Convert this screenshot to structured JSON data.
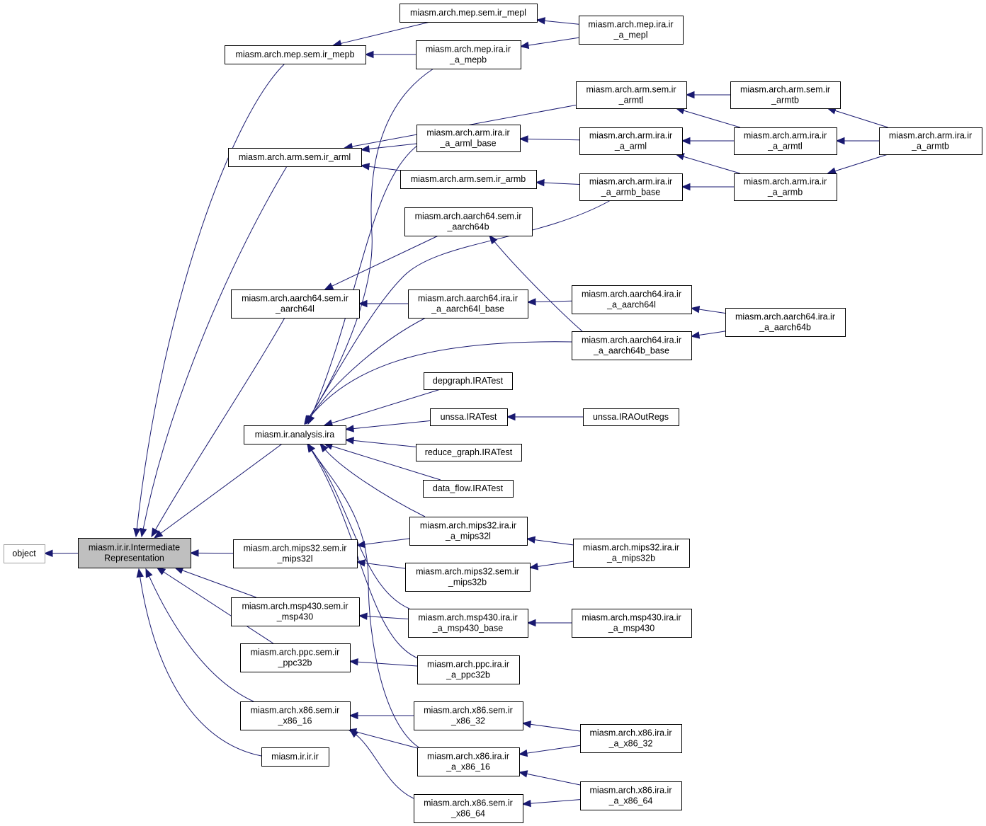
{
  "nodes": {
    "object": {
      "lines": [
        "object"
      ],
      "style": "gray"
    },
    "ir_repr": {
      "lines": [
        "miasm.ir.ir.Intermediate",
        "Representation"
      ],
      "style": "focus"
    },
    "mepl_sem": {
      "lines": [
        "miasm.arch.mep.sem.ir_mepl"
      ]
    },
    "mepb_sem": {
      "lines": [
        "miasm.arch.mep.sem.ir_mepb"
      ]
    },
    "mep_ira_mepl": {
      "lines": [
        "miasm.arch.mep.ira.ir",
        "_a_mepl"
      ]
    },
    "mep_ira_mepb": {
      "lines": [
        "miasm.arch.mep.ira.ir",
        "_a_mepb"
      ]
    },
    "armtl_sem": {
      "lines": [
        "miasm.arch.arm.sem.ir",
        "_armtl"
      ]
    },
    "armtb_sem": {
      "lines": [
        "miasm.arch.arm.sem.ir",
        "_armtb"
      ]
    },
    "arml_sem": {
      "lines": [
        "miasm.arch.arm.sem.ir_arml"
      ]
    },
    "arm_ira_arml_base": {
      "lines": [
        "miasm.arch.arm.ira.ir",
        "_a_arml_base"
      ]
    },
    "arm_ira_arml": {
      "lines": [
        "miasm.arch.arm.ira.ir",
        "_a_arml"
      ]
    },
    "arm_ira_armtl": {
      "lines": [
        "miasm.arch.arm.ira.ir",
        "_a_armtl"
      ]
    },
    "arm_ira_armtb": {
      "lines": [
        "miasm.arch.arm.ira.ir",
        "_a_armtb"
      ]
    },
    "armb_sem": {
      "lines": [
        "miasm.arch.arm.sem.ir_armb"
      ]
    },
    "arm_ira_armb_base": {
      "lines": [
        "miasm.arch.arm.ira.ir",
        "_a_armb_base"
      ]
    },
    "arm_ira_armb": {
      "lines": [
        "miasm.arch.arm.ira.ir",
        "_a_armb"
      ]
    },
    "aarch64b_sem": {
      "lines": [
        "miasm.arch.aarch64.sem.ir",
        "_aarch64b"
      ]
    },
    "aarch64l_sem": {
      "lines": [
        "miasm.arch.aarch64.sem.ir",
        "_aarch64l"
      ]
    },
    "aarch64l_base": {
      "lines": [
        "miasm.arch.aarch64.ira.ir",
        "_a_aarch64l_base"
      ]
    },
    "aarch64l_ira": {
      "lines": [
        "miasm.arch.aarch64.ira.ir",
        "_a_aarch64l"
      ]
    },
    "aarch64b_ira": {
      "lines": [
        "miasm.arch.aarch64.ira.ir",
        "_a_aarch64b"
      ]
    },
    "aarch64b_base": {
      "lines": [
        "miasm.arch.aarch64.ira.ir",
        "_a_aarch64b_base"
      ]
    },
    "depgraph": {
      "lines": [
        "depgraph.IRATest"
      ]
    },
    "unssa_test": {
      "lines": [
        "unssa.IRATest"
      ]
    },
    "unssa_out": {
      "lines": [
        "unssa.IRAOutRegs"
      ]
    },
    "analysis_ira": {
      "lines": [
        "miasm.ir.analysis.ira"
      ]
    },
    "reduce_graph": {
      "lines": [
        "reduce_graph.IRATest"
      ]
    },
    "data_flow": {
      "lines": [
        "data_flow.IRATest"
      ]
    },
    "mips32l_ira": {
      "lines": [
        "miasm.arch.mips32.ira.ir",
        "_a_mips32l"
      ]
    },
    "mips32l_sem": {
      "lines": [
        "miasm.arch.mips32.sem.ir",
        "_mips32l"
      ]
    },
    "mips32b_ira": {
      "lines": [
        "miasm.arch.mips32.ira.ir",
        "_a_mips32b"
      ]
    },
    "mips32b_sem": {
      "lines": [
        "miasm.arch.mips32.sem.ir",
        "_mips32b"
      ]
    },
    "msp430_sem": {
      "lines": [
        "miasm.arch.msp430.sem.ir",
        "_msp430"
      ]
    },
    "msp430_base": {
      "lines": [
        "miasm.arch.msp430.ira.ir",
        "_a_msp430_base"
      ]
    },
    "msp430_ira": {
      "lines": [
        "miasm.arch.msp430.ira.ir",
        "_a_msp430"
      ]
    },
    "ppc32b_sem": {
      "lines": [
        "miasm.arch.ppc.sem.ir",
        "_ppc32b"
      ]
    },
    "ppc32b_ira": {
      "lines": [
        "miasm.arch.ppc.ira.ir",
        "_a_ppc32b"
      ]
    },
    "x86_32_sem": {
      "lines": [
        "miasm.arch.x86.sem.ir",
        "_x86_32"
      ]
    },
    "x86_16_sem": {
      "lines": [
        "miasm.arch.x86.sem.ir",
        "_x86_16"
      ]
    },
    "x86_32_ira": {
      "lines": [
        "miasm.arch.x86.ira.ir",
        "_a_x86_32"
      ]
    },
    "x86_16_ira": {
      "lines": [
        "miasm.arch.x86.ira.ir",
        "_a_x86_16"
      ]
    },
    "ir_ir": {
      "lines": [
        "miasm.ir.ir.ir"
      ]
    },
    "x86_64_ira": {
      "lines": [
        "miasm.arch.x86.ira.ir",
        "_a_x86_64"
      ]
    },
    "x86_64_sem": {
      "lines": [
        "miasm.arch.x86.sem.ir",
        "_x86_64"
      ]
    }
  },
  "edges": [
    {
      "from": "ir_repr",
      "to": "object"
    },
    {
      "from": "mepb_sem",
      "to": "ir_repr"
    },
    {
      "from": "arml_sem",
      "to": "ir_repr"
    },
    {
      "from": "aarch64l_sem",
      "to": "ir_repr"
    },
    {
      "from": "analysis_ira",
      "to": "ir_repr"
    },
    {
      "from": "mips32l_sem",
      "to": "ir_repr"
    },
    {
      "from": "msp430_sem",
      "to": "ir_repr"
    },
    {
      "from": "ppc32b_sem",
      "to": "ir_repr"
    },
    {
      "from": "x86_16_sem",
      "to": "ir_repr"
    },
    {
      "from": "ir_ir",
      "to": "ir_repr"
    },
    {
      "from": "mepl_sem",
      "to": "mepb_sem"
    },
    {
      "from": "mep_ira_mepb",
      "to": "mepb_sem"
    },
    {
      "from": "mep_ira_mepl",
      "to": "mepl_sem"
    },
    {
      "from": "mep_ira_mepl",
      "to": "mep_ira_mepb"
    },
    {
      "from": "mep_ira_mepb",
      "to": "analysis_ira"
    },
    {
      "from": "armtl_sem",
      "to": "arml_sem"
    },
    {
      "from": "arm_ira_arml_base",
      "to": "arml_sem"
    },
    {
      "from": "armb_sem",
      "to": "arml_sem"
    },
    {
      "from": "armtb_sem",
      "to": "armtl_sem"
    },
    {
      "from": "arm_ira_armtl",
      "to": "armtl_sem"
    },
    {
      "from": "arm_ira_armtb",
      "to": "armtb_sem"
    },
    {
      "from": "arm_ira_arml",
      "to": "arm_ira_arml_base"
    },
    {
      "from": "arm_ira_arml_base",
      "to": "analysis_ira"
    },
    {
      "from": "arm_ira_armtl",
      "to": "arm_ira_arml"
    },
    {
      "from": "arm_ira_armb",
      "to": "arm_ira_arml"
    },
    {
      "from": "arm_ira_armtb",
      "to": "arm_ira_armtl"
    },
    {
      "from": "arm_ira_armtb",
      "to": "arm_ira_armb"
    },
    {
      "from": "arm_ira_armb_base",
      "to": "armb_sem"
    },
    {
      "from": "arm_ira_armb",
      "to": "arm_ira_armb_base"
    },
    {
      "from": "arm_ira_armb_base",
      "to": "analysis_ira"
    },
    {
      "from": "aarch64b_sem",
      "to": "aarch64l_sem"
    },
    {
      "from": "aarch64l_base",
      "to": "aarch64l_sem"
    },
    {
      "from": "aarch64b_base",
      "to": "aarch64b_sem"
    },
    {
      "from": "aarch64l_ira",
      "to": "aarch64l_base"
    },
    {
      "from": "aarch64l_base",
      "to": "analysis_ira"
    },
    {
      "from": "aarch64b_ira",
      "to": "aarch64l_ira"
    },
    {
      "from": "aarch64b_ira",
      "to": "aarch64b_base"
    },
    {
      "from": "aarch64b_base",
      "to": "analysis_ira"
    },
    {
      "from": "depgraph",
      "to": "analysis_ira"
    },
    {
      "from": "unssa_test",
      "to": "analysis_ira"
    },
    {
      "from": "unssa_out",
      "to": "unssa_test"
    },
    {
      "from": "reduce_graph",
      "to": "analysis_ira"
    },
    {
      "from": "data_flow",
      "to": "analysis_ira"
    },
    {
      "from": "mips32l_ira",
      "to": "analysis_ira"
    },
    {
      "from": "mips32l_ira",
      "to": "mips32l_sem"
    },
    {
      "from": "mips32b_sem",
      "to": "mips32l_sem"
    },
    {
      "from": "mips32b_ira",
      "to": "mips32l_ira"
    },
    {
      "from": "mips32b_ira",
      "to": "mips32b_sem"
    },
    {
      "from": "msp430_base",
      "to": "msp430_sem"
    },
    {
      "from": "msp430_base",
      "to": "analysis_ira"
    },
    {
      "from": "msp430_ira",
      "to": "msp430_base"
    },
    {
      "from": "ppc32b_ira",
      "to": "ppc32b_sem"
    },
    {
      "from": "ppc32b_ira",
      "to": "analysis_ira"
    },
    {
      "from": "x86_32_sem",
      "to": "x86_16_sem"
    },
    {
      "from": "x86_16_ira",
      "to": "x86_16_sem"
    },
    {
      "from": "x86_64_sem",
      "to": "x86_16_sem"
    },
    {
      "from": "x86_16_ira",
      "to": "analysis_ira"
    },
    {
      "from": "x86_32_ira",
      "to": "x86_32_sem"
    },
    {
      "from": "x86_32_ira",
      "to": "x86_16_ira"
    },
    {
      "from": "x86_64_ira",
      "to": "x86_16_ira"
    },
    {
      "from": "x86_64_ira",
      "to": "x86_64_sem"
    }
  ]
}
